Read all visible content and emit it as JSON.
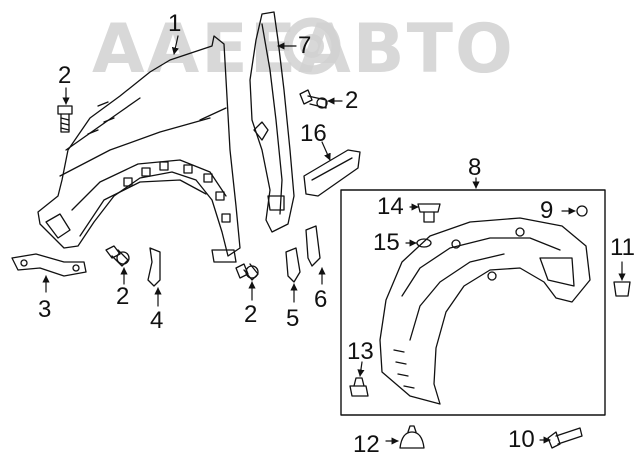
{
  "watermark": {
    "text": "AAEEAВТО"
  },
  "callouts": [
    {
      "id": "c1",
      "label": "1"
    },
    {
      "id": "c2a",
      "label": "2"
    },
    {
      "id": "c2b",
      "label": "2"
    },
    {
      "id": "c2c",
      "label": "2"
    },
    {
      "id": "c2d",
      "label": "2"
    },
    {
      "id": "c3",
      "label": "3"
    },
    {
      "id": "c4",
      "label": "4"
    },
    {
      "id": "c5",
      "label": "5"
    },
    {
      "id": "c6",
      "label": "6"
    },
    {
      "id": "c7",
      "label": "7"
    },
    {
      "id": "c8",
      "label": "8"
    },
    {
      "id": "c9",
      "label": "9"
    },
    {
      "id": "c10",
      "label": "10"
    },
    {
      "id": "c11",
      "label": "11"
    },
    {
      "id": "c12",
      "label": "12"
    },
    {
      "id": "c13",
      "label": "13"
    },
    {
      "id": "c14",
      "label": "14"
    },
    {
      "id": "c15",
      "label": "15"
    },
    {
      "id": "c16",
      "label": "16"
    }
  ],
  "colors": {
    "line": "#111111",
    "watermark": "#d2d2d2",
    "background": "#ffffff"
  }
}
